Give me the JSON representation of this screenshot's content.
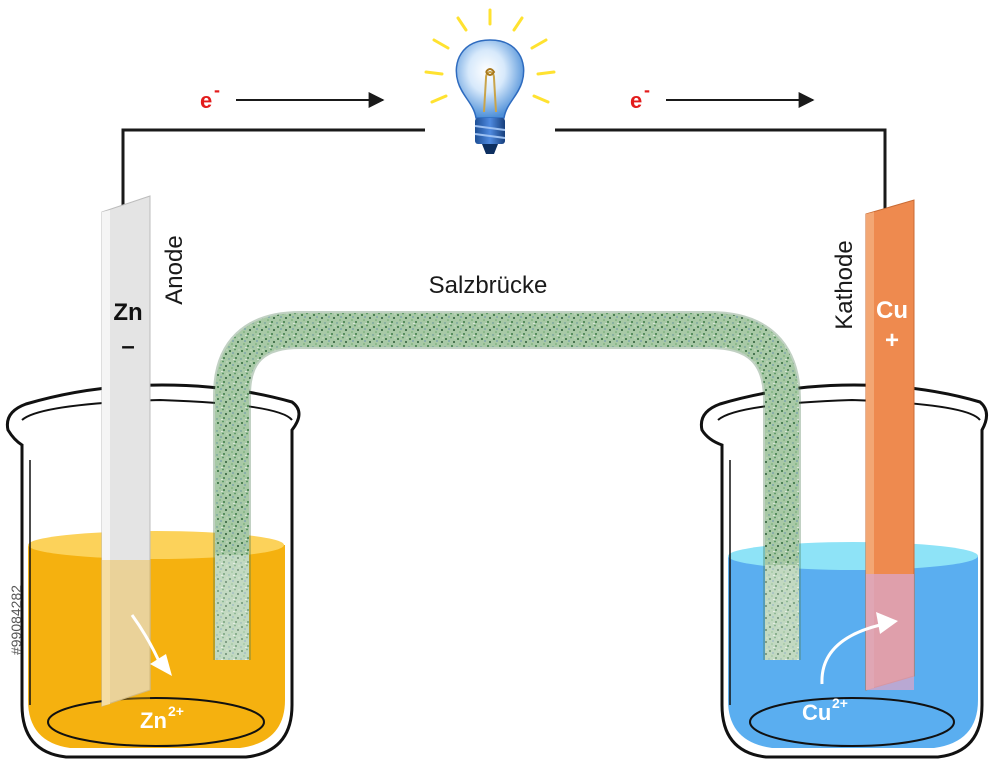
{
  "labels": {
    "salt_bridge": "Salzbrücke",
    "anode": "Anode",
    "cathode": "Kathode",
    "zn_symbol": "Zn",
    "zn_sign": "–",
    "cu_symbol": "Cu",
    "cu_sign": "+",
    "zn_ion_base": "Zn",
    "zn_ion_charge": "2+",
    "cu_ion_base": "Cu",
    "cu_ion_charge": "2+",
    "electron_base": "e",
    "electron_charge": "-",
    "stock_id": "#99084282"
  },
  "colors": {
    "zinc_solution": "#f5b10f",
    "copper_solution": "#5aaef0",
    "zinc_electrode": "#e4e4e4",
    "copper_electrode": "#ee8a4f",
    "salt_bridge": "#8bbd8f",
    "electron_text": "#e31c1c",
    "wire": "#1a1a1a"
  },
  "icons": [
    "light-bulb-icon",
    "electron-flow-arrow-icon",
    "ion-migration-arrow-icon"
  ]
}
